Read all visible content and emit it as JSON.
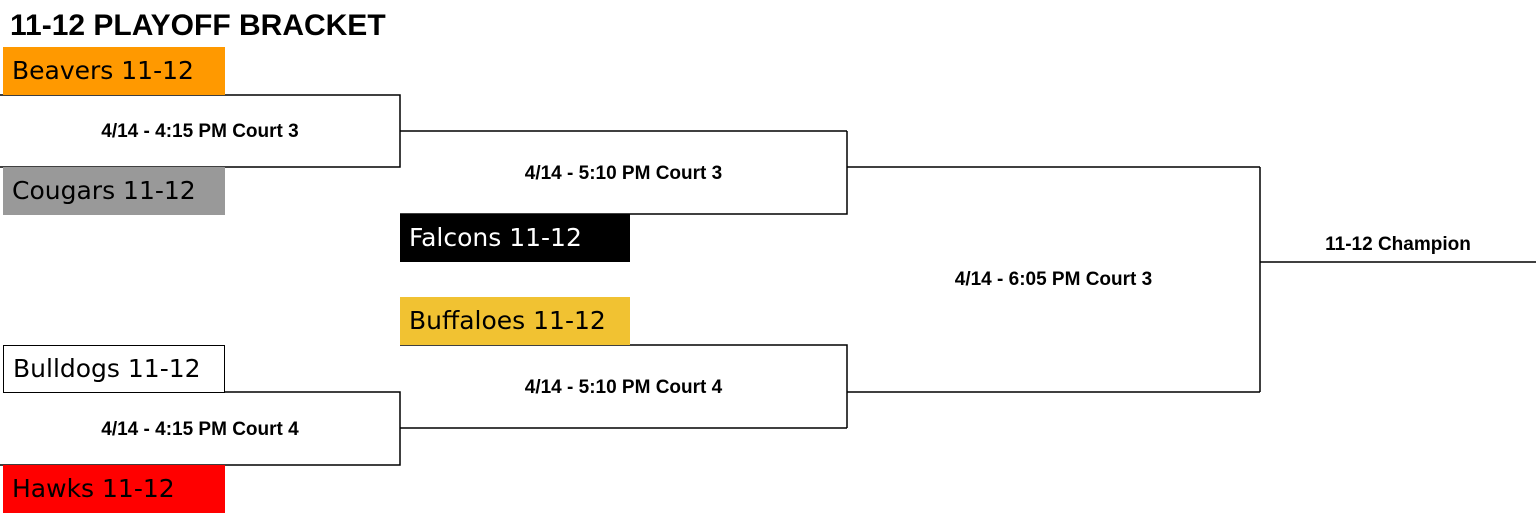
{
  "title": "11-12 PLAYOFF BRACKET",
  "teams": {
    "beavers": {
      "label": "Beavers 11-12",
      "color": "#FF9900"
    },
    "cougars": {
      "label": "Cougars 11-12",
      "color": "#999999"
    },
    "falcons": {
      "label": "Falcons 11-12",
      "color": "#000000"
    },
    "buffaloes": {
      "label": "Buffaloes 11-12",
      "color": "#F1C232"
    },
    "bulldogs": {
      "label": "Bulldogs 11-12",
      "color": "#FFFFFF"
    },
    "hawks": {
      "label": "Hawks 11-12",
      "color": "#FF0000"
    }
  },
  "games": {
    "round1_top": "4/14 - 4:15 PM Court 3",
    "round1_bottom": "4/14 - 4:15 PM Court 4",
    "semi_top": "4/14 - 5:10 PM Court 3",
    "semi_bottom": "4/14 - 5:10 PM Court 4",
    "final": "4/14 - 6:05 PM Court 3"
  },
  "champion": "11-12 Champion"
}
